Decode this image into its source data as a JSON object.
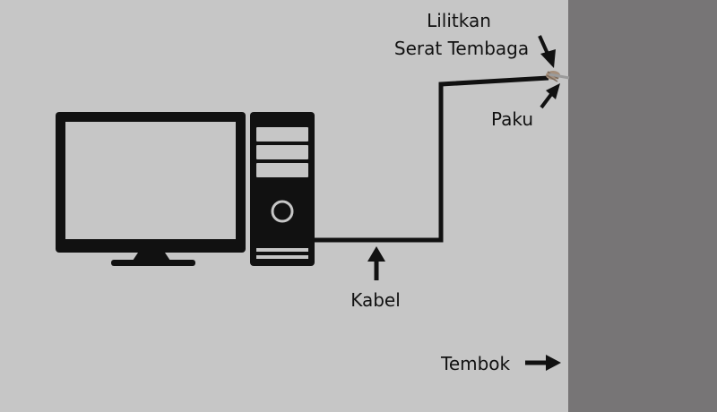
{
  "labels": {
    "coil_line1": "Lilitkan",
    "coil_line2": "Serat Tembaga",
    "nail": "Paku",
    "cable": "Kabel",
    "wall": "Tembok"
  },
  "icons": {
    "monitor": "monitor-icon",
    "pc_tower": "pc-tower-icon"
  },
  "colors": {
    "background": "#c6c6c6",
    "wall": "#777576",
    "ink": "#111111"
  }
}
